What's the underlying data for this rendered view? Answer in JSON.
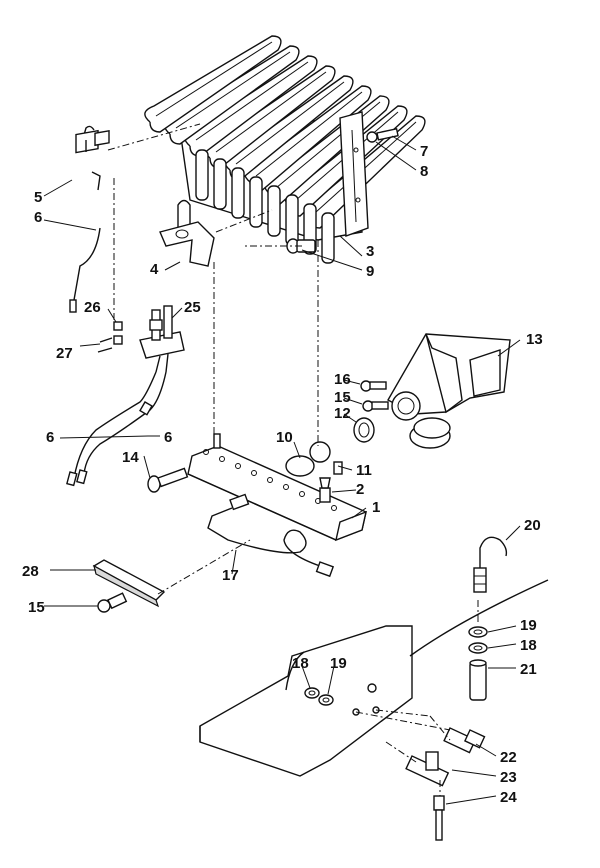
{
  "callouts": [
    {
      "id": "c1",
      "text": "1"
    },
    {
      "id": "c2",
      "text": "2"
    },
    {
      "id": "c3",
      "text": "3"
    },
    {
      "id": "c4",
      "text": "4"
    },
    {
      "id": "c5",
      "text": "5"
    },
    {
      "id": "c6a",
      "text": "6"
    },
    {
      "id": "c6b",
      "text": "6"
    },
    {
      "id": "c6c",
      "text": "6"
    },
    {
      "id": "c7",
      "text": "7"
    },
    {
      "id": "c8",
      "text": "8"
    },
    {
      "id": "c9",
      "text": "9"
    },
    {
      "id": "c10",
      "text": "10"
    },
    {
      "id": "c11",
      "text": "11"
    },
    {
      "id": "c12",
      "text": "12"
    },
    {
      "id": "c13",
      "text": "13"
    },
    {
      "id": "c14",
      "text": "14"
    },
    {
      "id": "c15a",
      "text": "15"
    },
    {
      "id": "c15b",
      "text": "15"
    },
    {
      "id": "c16",
      "text": "16"
    },
    {
      "id": "c17",
      "text": "17"
    },
    {
      "id": "c18a",
      "text": "18"
    },
    {
      "id": "c18b",
      "text": "18"
    },
    {
      "id": "c19a",
      "text": "19"
    },
    {
      "id": "c19b",
      "text": "19"
    },
    {
      "id": "c20",
      "text": "20"
    },
    {
      "id": "c21",
      "text": "21"
    },
    {
      "id": "c22",
      "text": "22"
    },
    {
      "id": "c23",
      "text": "23"
    },
    {
      "id": "c24",
      "text": "24"
    },
    {
      "id": "c25",
      "text": "25"
    },
    {
      "id": "c26",
      "text": "26"
    },
    {
      "id": "c27",
      "text": "27"
    },
    {
      "id": "c28",
      "text": "28"
    }
  ]
}
